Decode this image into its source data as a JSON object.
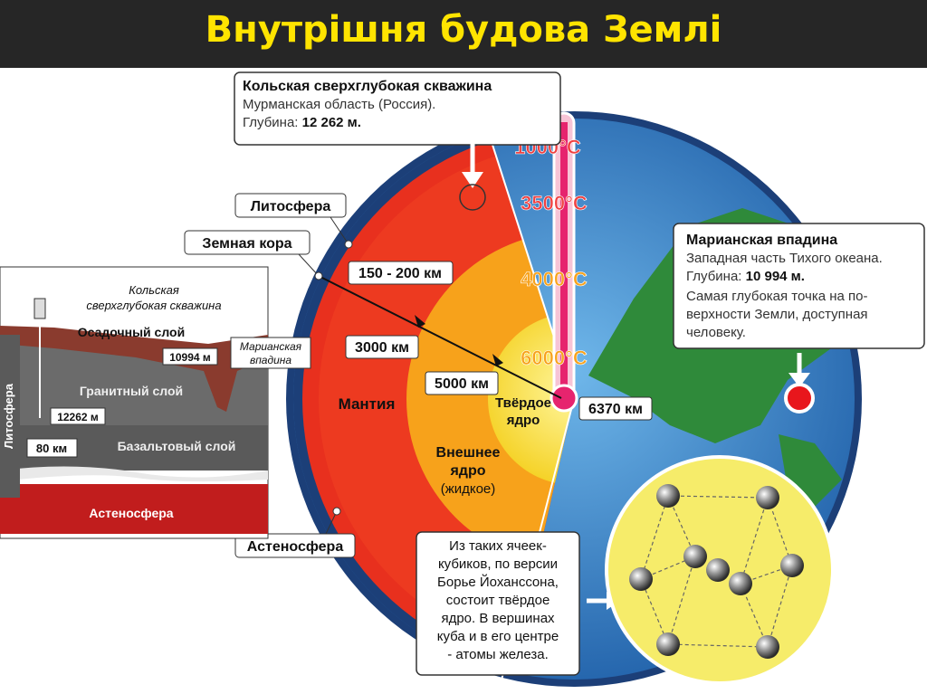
{
  "title": "Внутрішня будова Землі",
  "kola": {
    "name": "Кольская сверхглубокая скважина",
    "region": "Мурманская область (Россия).",
    "depth_label": "Глубина: ",
    "depth_value": "12 262 м."
  },
  "labels": {
    "lithosphere": "Литосфера",
    "crust": "Земная кора",
    "asthenosphere": "Астеносфера"
  },
  "temperatures": [
    "1000°C",
    "3500°C",
    "4000°C",
    "6000°C"
  ],
  "depths": {
    "lithosphere": "150 - 200 км",
    "mantle": "3000 км",
    "outer_core": "5000 км",
    "center": "6370 км"
  },
  "layers": {
    "mantle": "Мантия",
    "outer_core_line1": "Внешнее",
    "outer_core_line2": "ядро",
    "outer_core_line3": "(жидкое)",
    "inner_core_line1": "Твёрдое",
    "inner_core_line2": "ядро"
  },
  "mariana": {
    "name": "Марианская впадина",
    "line1": "Западная часть Тихого океана.",
    "depth_label": "Глубина: ",
    "depth_value": "10 994 м.",
    "line3": "Самая глубокая точка на по-",
    "line4": "верхности Земли, доступная",
    "line5": "человеку."
  },
  "crust_panel": {
    "kola_line1": "Кольская",
    "kola_line2": "сверхглубокая скважина",
    "sediment": "Осадочный слой",
    "granite": "Гранитный слой",
    "basalt": "Базальтовый слой",
    "asthenosphere": "Астеносфера",
    "lithosphere": "Литосфера",
    "depth_mariana": "10994 м",
    "mariana_line1": "Марианская",
    "mariana_line2": "впадина",
    "depth_kola": "12262 м",
    "depth_80": "80 км"
  },
  "cube_note": [
    "Из таких ячеек-",
    "кубиков, по версии",
    "Борье Йохансcона,",
    "состоит твёрдое",
    "ядро. В вершинах",
    "куба и в его центре",
    "- атомы железа."
  ],
  "colors": {
    "title_bg": "#262626",
    "title_text": "#ffe400",
    "ocean": "#2e7fc8",
    "land": "#2f8a3a",
    "mantle": "#e8301e",
    "outer_core": "#f7a21b",
    "inner_core": "#f7e43a"
  }
}
